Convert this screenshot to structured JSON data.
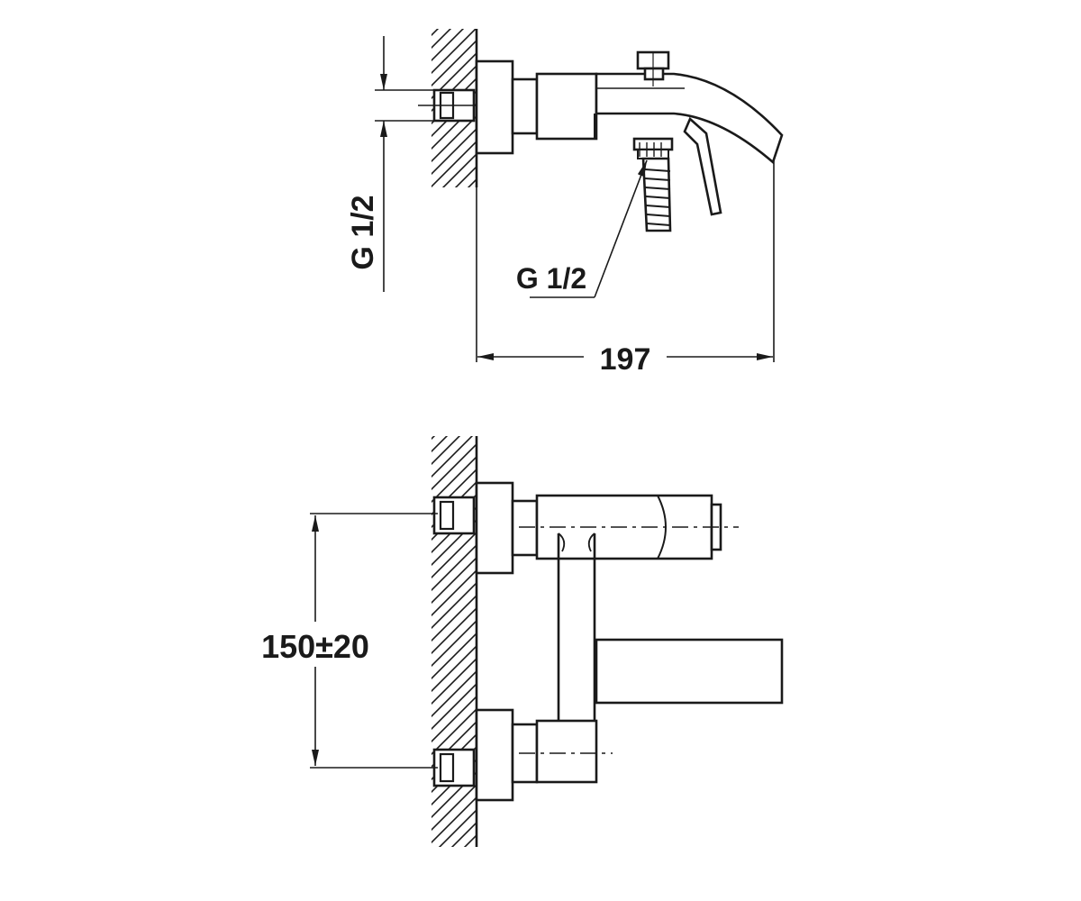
{
  "dimensions": {
    "side_inlet_thread": "G 1/2",
    "hose_outlet_thread": "G 1/2",
    "overall_projection": "197",
    "inlet_spacing": "150±20"
  },
  "colors": {
    "line": "#1a1a1a",
    "background": "#ffffff"
  }
}
